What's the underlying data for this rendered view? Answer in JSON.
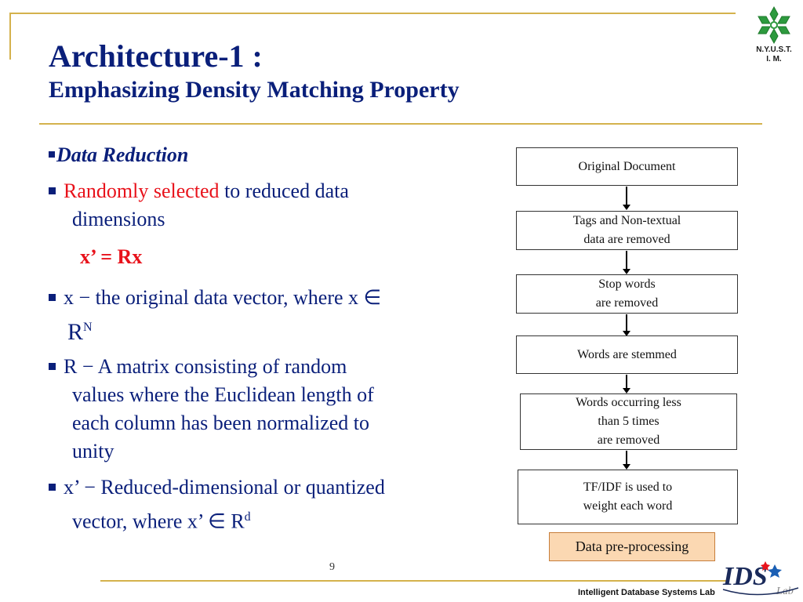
{
  "title": {
    "main": "Architecture-1 :",
    "sub": "Emphasizing Density Matching Property"
  },
  "logo": {
    "icon": "nyust-logo-icon",
    "caption_line1": "N.Y.U.S.T.",
    "caption_line2": "I. M."
  },
  "content": {
    "heading": "Data Reduction",
    "b1_red": "Randomly selected",
    "b1_rest": " to reduced data",
    "b1_line2": "dimensions",
    "formula": "x’ = Rx",
    "b2_line1": "x − the original data vector, where x ∈",
    "b2_line2_base": "R",
    "b2_line2_sup": "N",
    "b3_line1": "R − A matrix consisting of  random",
    "b3_line2": "values where the Euclidean length of",
    "b3_line3": "each column has been normalized to",
    "b3_line4": "unity",
    "b4_line1": "x’ − Reduced-dimensional or quantized",
    "b4_line2_base": "vector, where x’ ∈ R",
    "b4_line2_sup": "d"
  },
  "flow": {
    "steps": [
      [
        "Original Document"
      ],
      [
        "Tags and Non-textual",
        "data are removed"
      ],
      [
        "Stop words",
        "are removed"
      ],
      [
        "Words are stemmed"
      ],
      [
        "Words occurring less",
        "than 5 times",
        "are removed"
      ],
      [
        "TF/IDF is used to",
        "weight each word"
      ]
    ],
    "caption": "Data pre-processing"
  },
  "page_number": "9",
  "footer": "Intelligent Database Systems Lab",
  "colors": {
    "title": "#0a1f7a",
    "accent_red": "#e8121b",
    "rule": "#d4b24c",
    "caption_bg": "#fbd8b2"
  }
}
